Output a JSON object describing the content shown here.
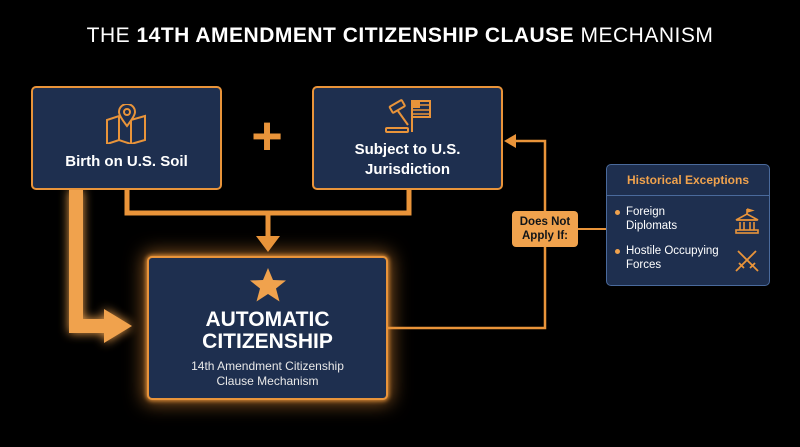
{
  "title": {
    "prefix": "THE ",
    "bold": "14TH AMENDMENT CITIZENSHIP CLAUSE",
    "suffix": " MECHANISM"
  },
  "condition_birth": {
    "label": "Birth on U.S. Soil",
    "icon": "map-pin-icon"
  },
  "operator": {
    "symbol": "+"
  },
  "condition_jurisdiction": {
    "line1": "Subject to U.S.",
    "line2": "Jurisdiction",
    "icon": "gavel-flag-icon"
  },
  "result": {
    "icon": "star-icon",
    "title_line1": "AUTOMATIC",
    "title_line2": "CITIZENSHIP",
    "subtitle_line1": "14th Amendment Citizenship",
    "subtitle_line2": "Clause Mechanism"
  },
  "exception_link": {
    "line1": "Does Not",
    "line2": "Apply If:"
  },
  "exceptions": {
    "header": "Historical Exceptions",
    "items": [
      {
        "line1": "Foreign",
        "line2": "Diplomats",
        "icon": "embassy-building-icon"
      },
      {
        "line1": "Hostile Occupying",
        "line2": "Forces",
        "icon": "crossed-swords-icon"
      }
    ]
  },
  "colors": {
    "accent": "#e9943a",
    "box_fill": "#1e2f4f",
    "panel_border": "#4a6a9c",
    "background": "#000000"
  }
}
